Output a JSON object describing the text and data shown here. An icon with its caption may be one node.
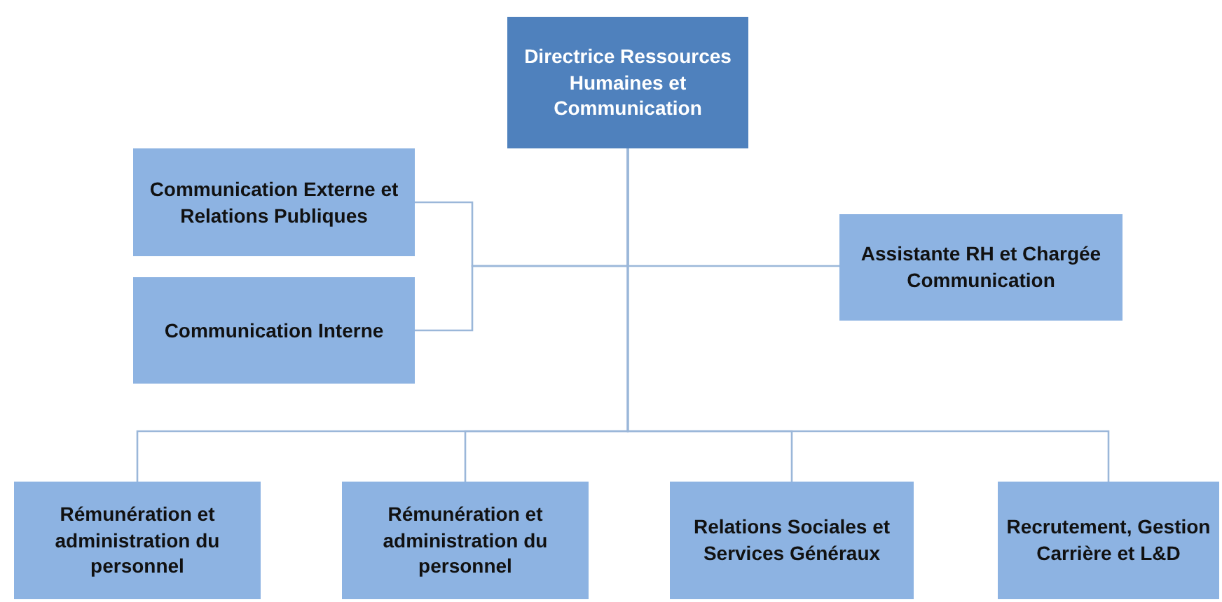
{
  "diagram": {
    "nodes": [
      {
        "text": [
          "Directrice Ressources Humaines et Communication"
        ]
      },
      {
        "text": [
          "Communication Externe et Relations Publiques"
        ]
      },
      {
        "text": [
          "Communication Interne"
        ]
      },
      {
        "text": [
          "Assistante RH et Chargée Communication"
        ]
      },
      {
        "text": [
          "Rémunération et administration du personnel"
        ]
      },
      {
        "text": [
          "Rémunération et administration du personnel"
        ]
      },
      {
        "text": [
          "Relations Sociales et Services Généraux"
        ]
      },
      {
        "text": [
          "Recrutement, Gestion Carrière et L&D"
        ]
      }
    ],
    "edges": [
      {
        "from": 0,
        "to": 1,
        "arrow": "none"
      },
      {
        "from": 0,
        "to": 2,
        "arrow": "none"
      },
      {
        "from": 0,
        "to": 3,
        "arrow": "none"
      },
      {
        "from": 0,
        "to": 4,
        "arrow": "none"
      },
      {
        "from": 0,
        "to": 5,
        "arrow": "none"
      },
      {
        "from": 0,
        "to": 6,
        "arrow": "none"
      },
      {
        "from": 0,
        "to": 7,
        "arrow": "none"
      }
    ]
  }
}
